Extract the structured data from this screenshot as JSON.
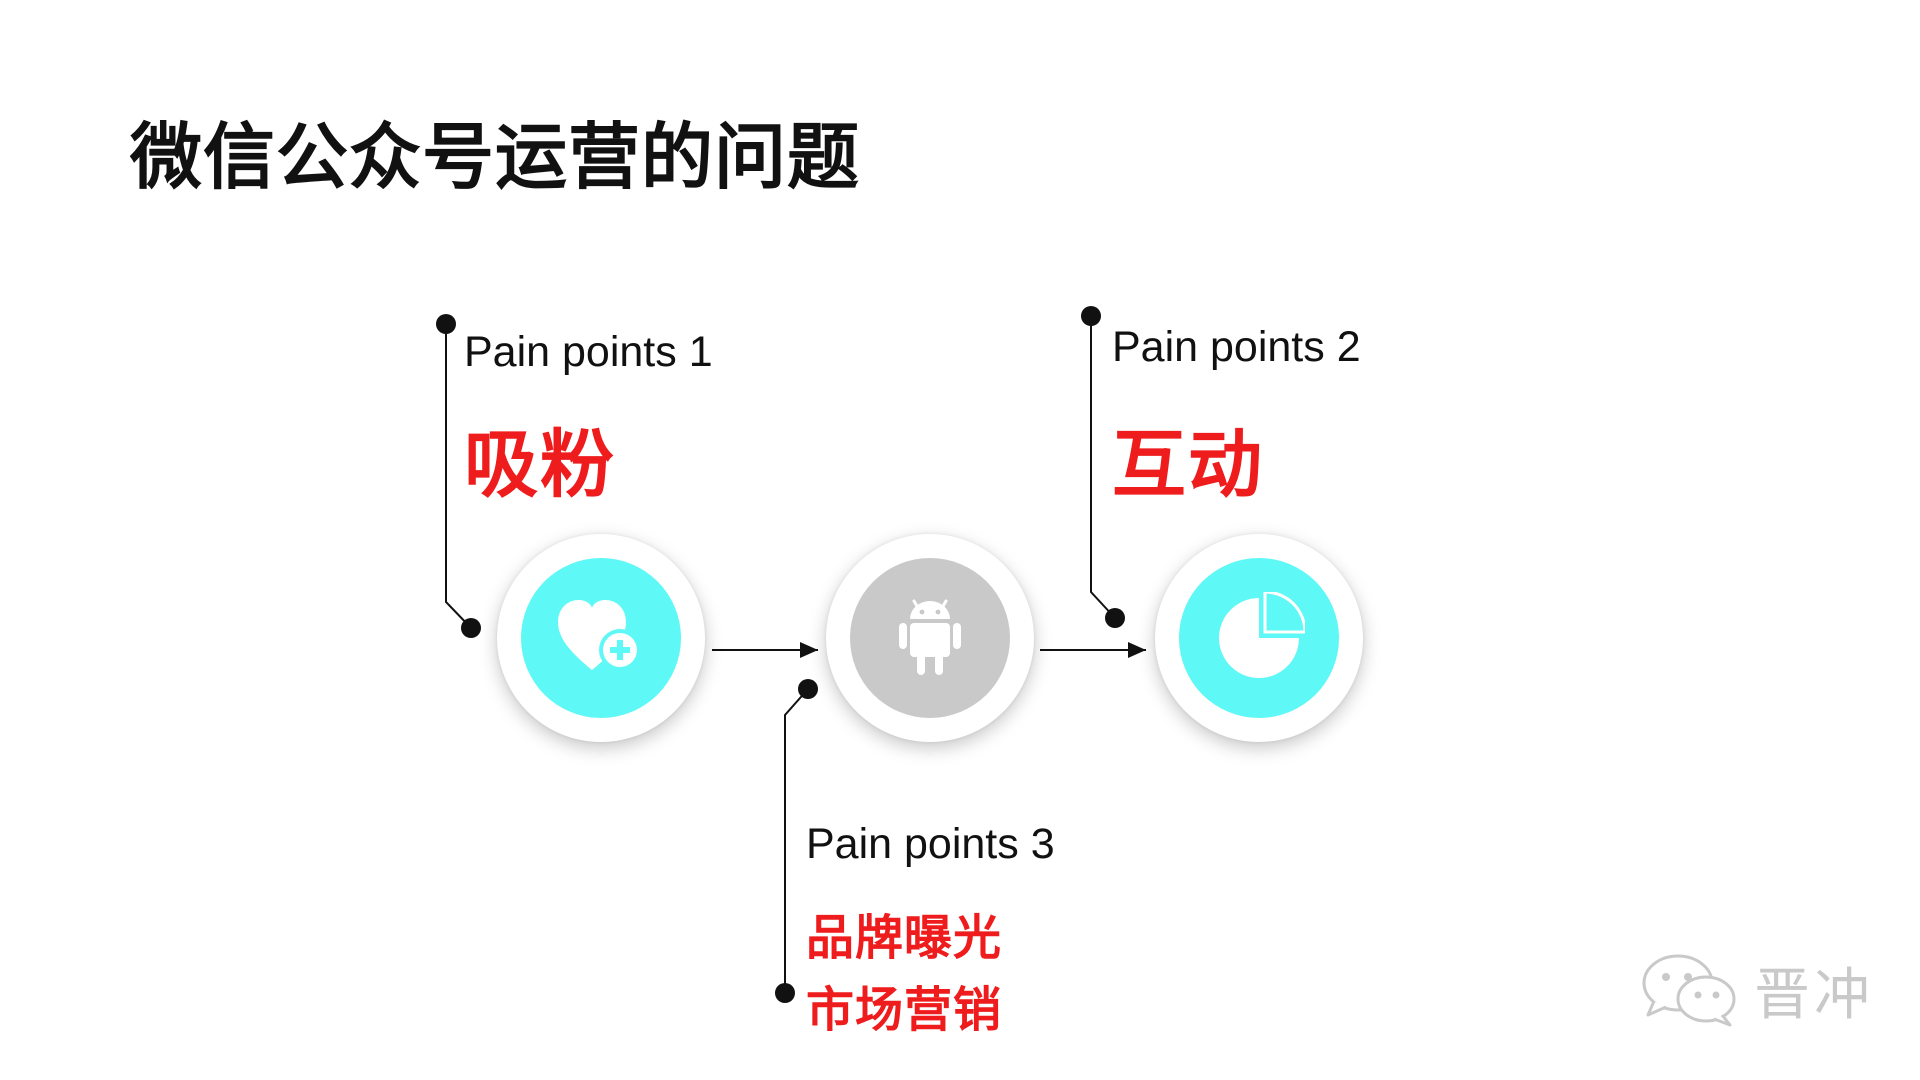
{
  "title": "微信公众号运营的问题",
  "points": [
    {
      "label": "Pain points 1",
      "value": "吸粉",
      "icon": "heart-plus-icon",
      "color": "#5ef8f6"
    },
    {
      "label": "Pain points 2",
      "value": "互动",
      "icon": "pie-chart-icon",
      "color": "#5ef8f6"
    },
    {
      "label": "Pain points 3",
      "values": [
        "品牌曝光",
        "市场营销"
      ],
      "icon": "android-icon",
      "color": "#c9c9c9"
    }
  ],
  "watermark": {
    "text": "晋冲",
    "icon": "wechat-icon"
  },
  "colors": {
    "accent": "#ee1c1c",
    "teal": "#5ef8f6",
    "grey": "#c9c9c9",
    "text": "#111111"
  }
}
